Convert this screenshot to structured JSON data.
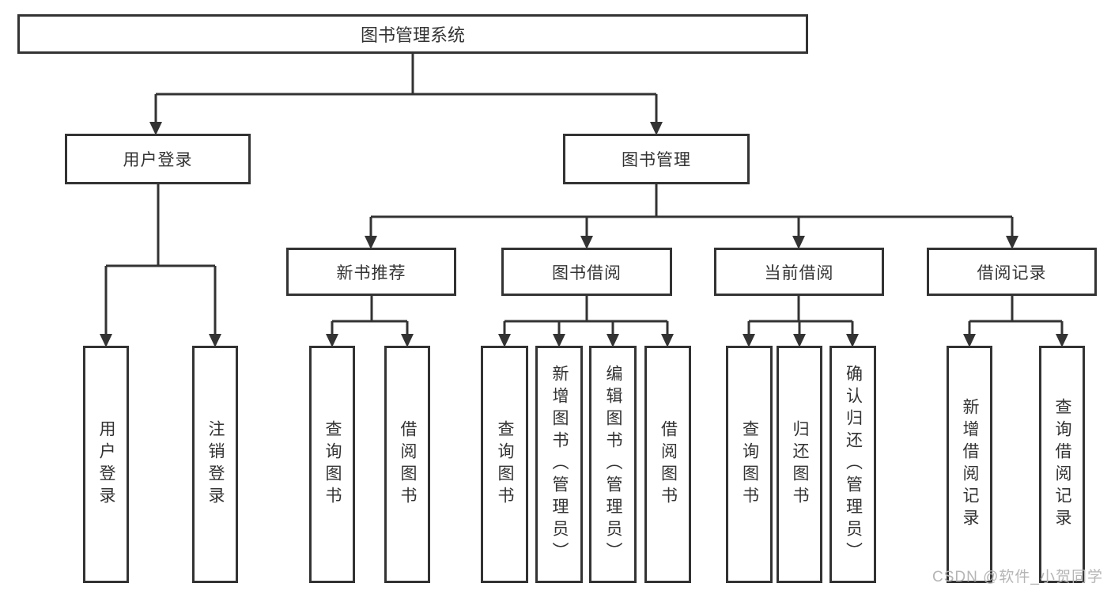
{
  "diagram": {
    "root": {
      "label": "图书管理系统"
    },
    "level1": [
      {
        "label": "用户登录"
      },
      {
        "label": "图书管理"
      }
    ],
    "level2": [
      {
        "label": "新书推荐",
        "parent": "图书管理"
      },
      {
        "label": "图书借阅",
        "parent": "图书管理"
      },
      {
        "label": "当前借阅",
        "parent": "图书管理"
      },
      {
        "label": "借阅记录",
        "parent": "图书管理"
      }
    ],
    "leaves": [
      {
        "label": "用户登录",
        "parent": "用户登录"
      },
      {
        "label": "注销登录",
        "parent": "用户登录"
      },
      {
        "label": "查询图书",
        "parent": "新书推荐"
      },
      {
        "label": "借阅图书",
        "parent": "新书推荐"
      },
      {
        "label": "查询图书",
        "parent": "图书借阅"
      },
      {
        "label": "新增图书（管理员）",
        "parent": "图书借阅"
      },
      {
        "label": "编辑图书（管理员）",
        "parent": "图书借阅"
      },
      {
        "label": "借阅图书",
        "parent": "图书借阅"
      },
      {
        "label": "查询图书",
        "parent": "当前借阅"
      },
      {
        "label": "归还图书",
        "parent": "当前借阅"
      },
      {
        "label": "确认归还（管理员）",
        "parent": "当前借阅"
      },
      {
        "label": "新增借阅记录",
        "parent": "借阅记录"
      },
      {
        "label": "查询借阅记录",
        "parent": "借阅记录"
      }
    ],
    "watermark": "CSDN @软件_小贺同学",
    "colors": {
      "line": "#333333",
      "box_border": "#333333",
      "text": "#333333",
      "background": "#ffffff",
      "watermark": "#b5b5b5"
    }
  }
}
